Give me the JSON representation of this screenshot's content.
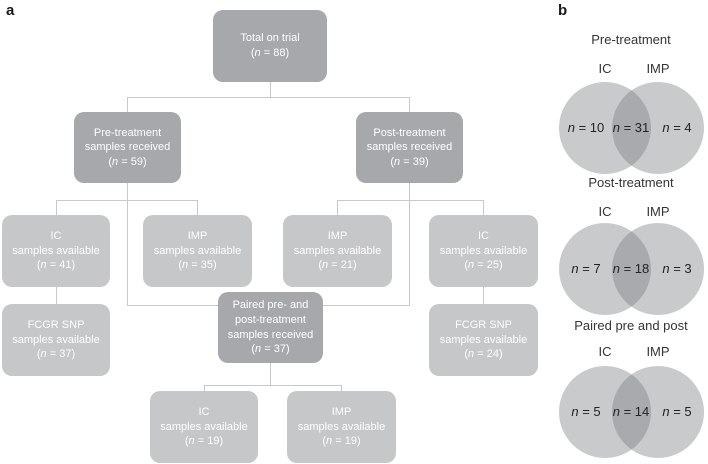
{
  "colors": {
    "background": "#ffffff",
    "dark_box": "#a6a8ab",
    "light_box": "#c6c7c9",
    "box_text": "#ffffff",
    "connector": "#c8c9cb",
    "venn_circle": "#c9cacb",
    "venn_overlap": "#a8aaad",
    "venn_text": "#333436",
    "panel_label": "#1a1a1a"
  },
  "panels": {
    "a_label": "a",
    "b_label": "b"
  },
  "flowchart": {
    "nodes": {
      "total": {
        "label": "Total on trial",
        "n": "(n = 88)"
      },
      "pre": {
        "label": "Pre-treatment\nsamples received",
        "n": "(n = 59)"
      },
      "post": {
        "label": "Post-treatment\nsamples received",
        "n": "(n = 39)"
      },
      "pre_ic": {
        "label": "IC\nsamples available",
        "n": "(n = 41)"
      },
      "pre_imp": {
        "label": "IMP\nsamples available",
        "n": "(n = 35)"
      },
      "post_imp": {
        "label": "IMP\nsamples available",
        "n": "(n = 21)"
      },
      "post_ic": {
        "label": "IC\nsamples available",
        "n": "(n = 25)"
      },
      "fcgr_pre": {
        "label": "FCGR SNP\nsamples available",
        "n": "(n = 37)"
      },
      "fcgr_post": {
        "label": "FCGR SNP\nsamples available",
        "n": "(n = 24)"
      },
      "paired": {
        "label": "Paired pre- and\npost-treatment\nsamples received",
        "n": "(n = 37)"
      },
      "paired_ic": {
        "label": "IC\nsamples available",
        "n": "(n = 19)"
      },
      "paired_imp": {
        "label": "IMP\nsamples available",
        "n": "(n = 19)"
      }
    }
  },
  "venns": [
    {
      "title": "Pre-treatment",
      "left_label": "IC",
      "right_label": "IMP",
      "left_n": "n = 10",
      "overlap_n": "n = 31",
      "right_n": "n = 4"
    },
    {
      "title": "Post-treatment",
      "left_label": "IC",
      "right_label": "IMP",
      "left_n": "n = 7",
      "overlap_n": "n = 18",
      "right_n": "n = 3"
    },
    {
      "title": "Paired pre and post",
      "left_label": "IC",
      "right_label": "IMP",
      "left_n": "n = 5",
      "overlap_n": "n = 14",
      "right_n": "n = 5"
    }
  ]
}
